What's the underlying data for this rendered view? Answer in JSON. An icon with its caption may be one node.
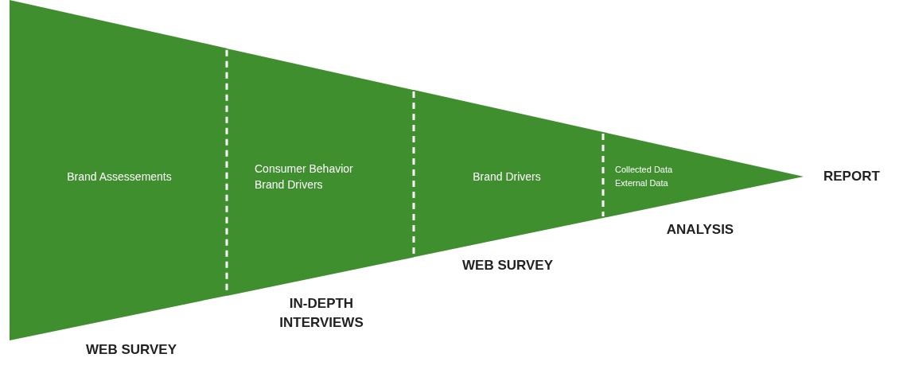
{
  "diagram": {
    "nodes": [
      {
        "text": [
          "Brand Assessements"
        ],
        "beside": [
          "WEB SURVEY"
        ]
      },
      {
        "text": [
          "Consumer Behavior",
          "Brand Drivers"
        ],
        "beside": [
          "IN-DEPTH INTERVIEWS"
        ]
      },
      {
        "text": [
          "Brand Drivers"
        ],
        "beside": [
          "WEB SURVEY"
        ]
      },
      {
        "text": [
          "Collected Data",
          "External Data"
        ],
        "beside": [
          "ANALYSIS"
        ]
      }
    ],
    "labels": [
      "REPORT"
    ]
  }
}
